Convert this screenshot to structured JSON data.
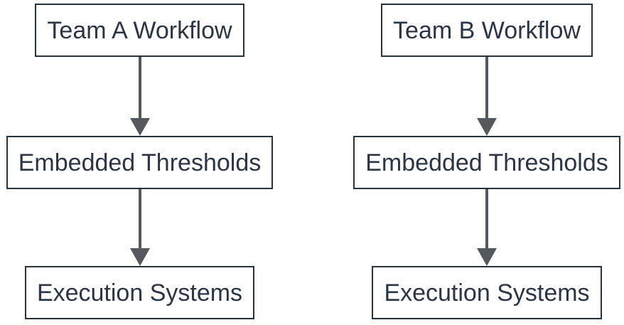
{
  "diagram": {
    "type": "flowchart",
    "direction": "top-down",
    "colors": {
      "background": "#ffffff",
      "node_fill": "#ffffff",
      "node_border": "#26323d",
      "node_text": "#2b3544",
      "arrow": "#55585c"
    },
    "columns": [
      {
        "name": "team-a",
        "nodes": [
          "Team A Workflow",
          "Embedded Thresholds",
          "Execution Systems"
        ]
      },
      {
        "name": "team-b",
        "nodes": [
          "Team B Workflow",
          "Embedded Thresholds",
          "Execution Systems"
        ]
      }
    ]
  }
}
